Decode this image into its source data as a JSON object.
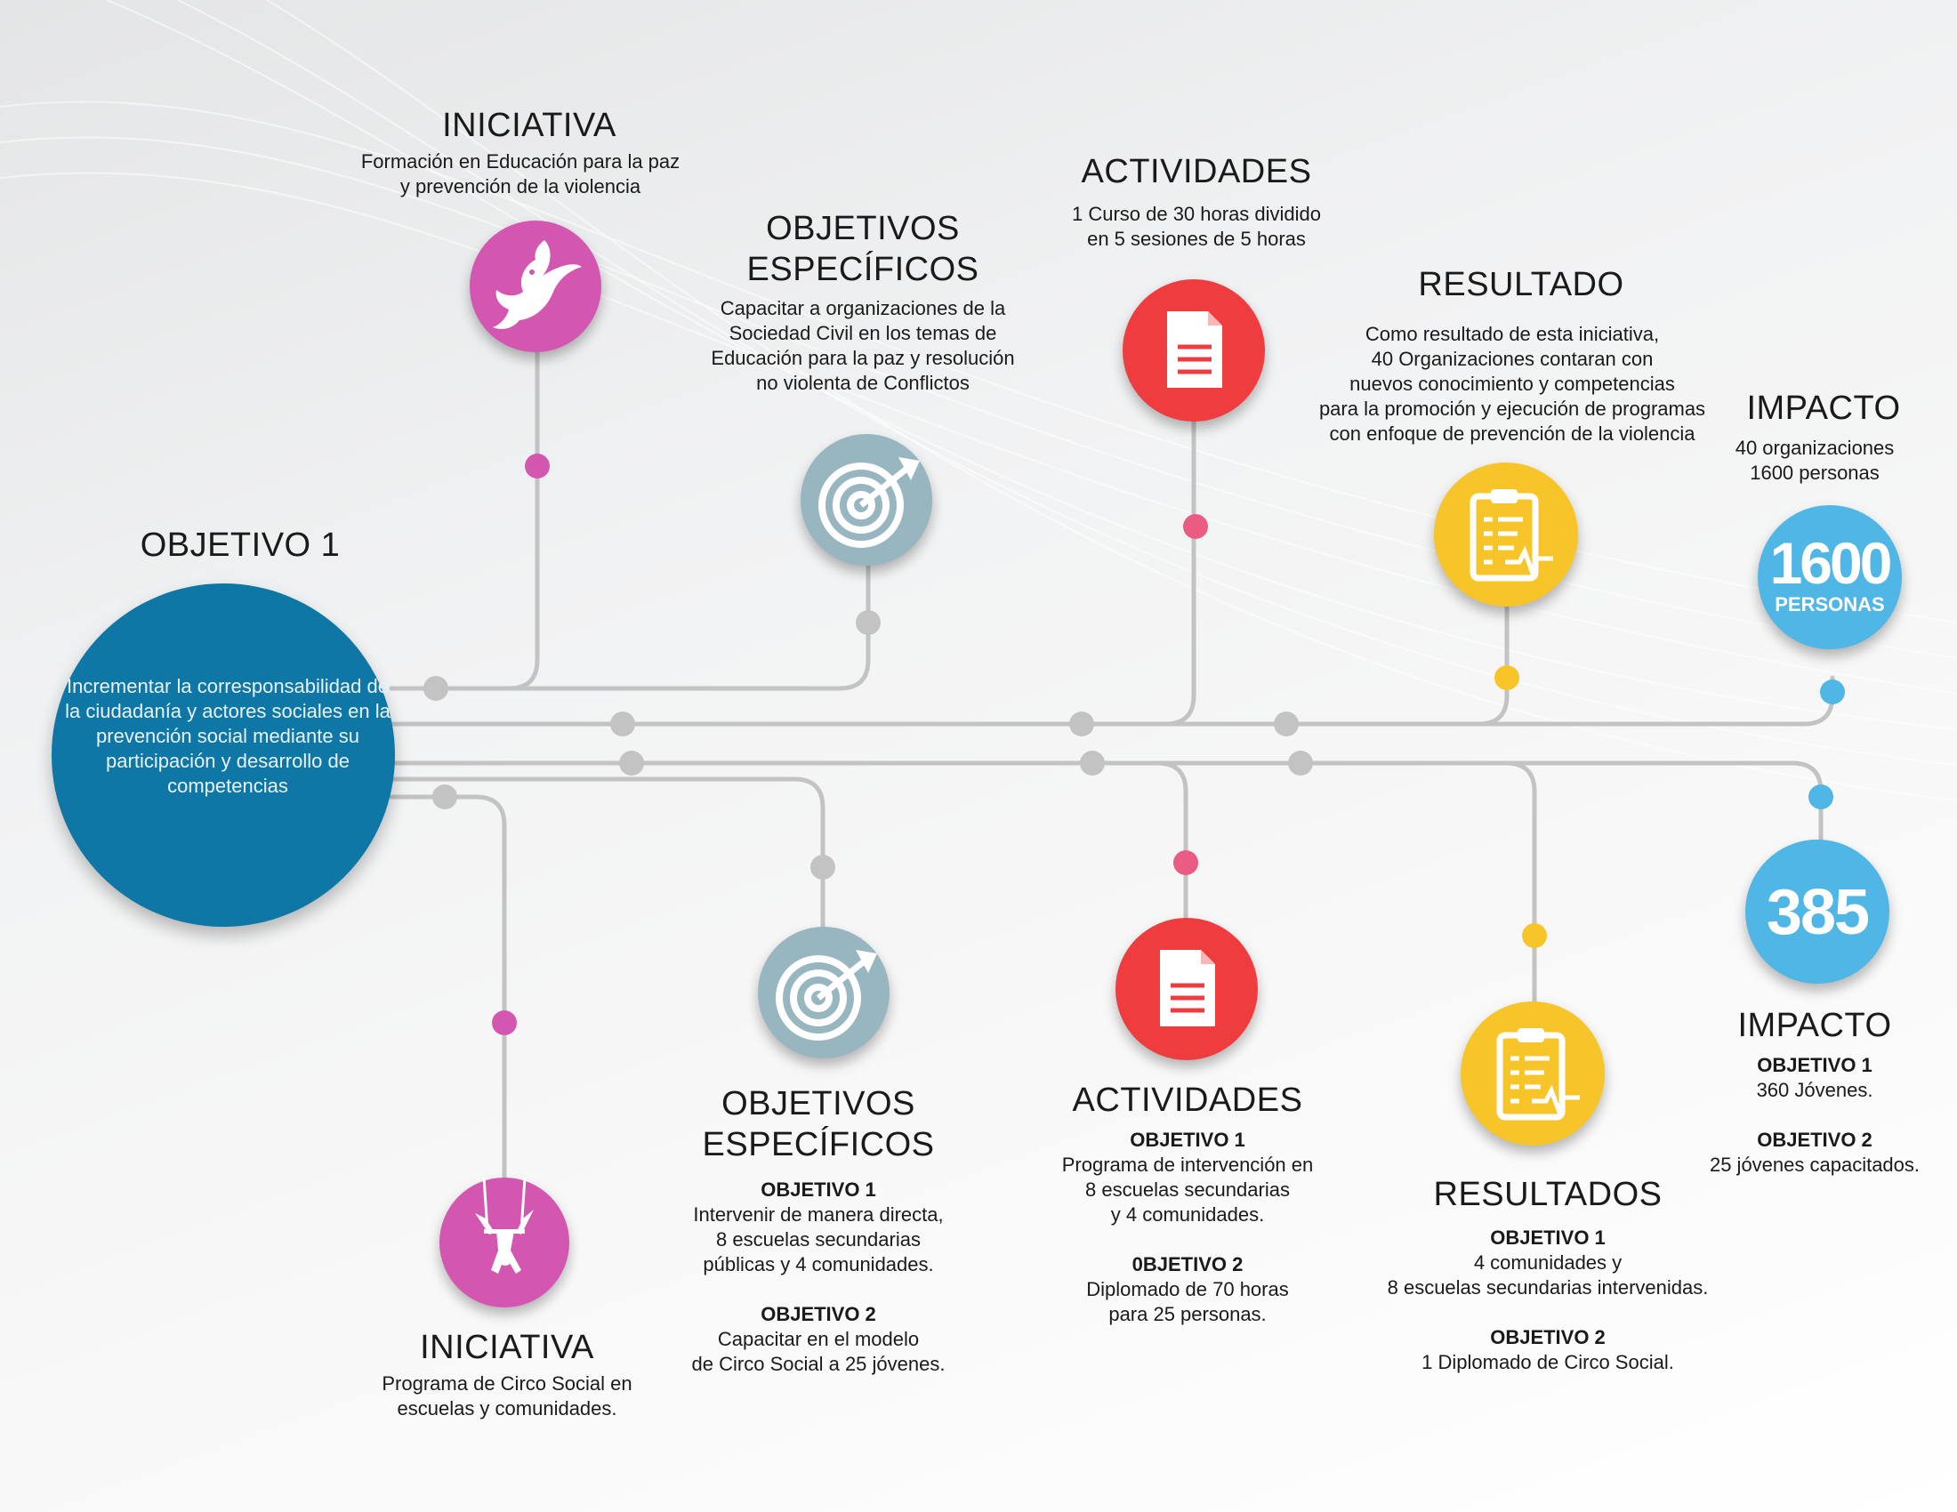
{
  "colors": {
    "magenta": "#d357b0",
    "steel": "#98b6bf",
    "red": "#ee3c3f",
    "yellow": "#f7c52a",
    "sky": "#4fb6e6",
    "main_blue": "#0e77a6",
    "line_gray": "#c3c3c3",
    "dot_pink": "#ea5c84"
  },
  "objetivo1": {
    "title": "OBJETIVO 1",
    "text": "Incrementar la corresponsabilidad de la ciudadanía y actores sociales en la prevención social mediante su participación y desarrollo de competencias"
  },
  "top": {
    "iniciativa": {
      "title": "INICIATIVA",
      "icon": "dove-icon",
      "lines": [
        "Formación en Educación para la  paz",
        "y prevención de la violencia"
      ]
    },
    "objetivos": {
      "title1": "OBJETIVOS",
      "title2": "ESPECÍFICOS",
      "icon": "target-icon",
      "lines": [
        "Capacitar a organizaciones de la",
        "Sociedad Civil en los temas de",
        "Educación para la paz y resolución",
        "no violenta de Conflictos"
      ]
    },
    "actividades": {
      "title": "ACTIVIDADES",
      "icon": "document-icon",
      "lines": [
        "1 Curso de 30 horas dividido",
        "en 5 sesiones de 5 horas"
      ]
    },
    "resultado": {
      "title": "RESULTADO",
      "icon": "clipboard-icon",
      "lines": [
        "Como resultado de esta iniciativa,",
        "40 Organizaciones contaran con",
        "nuevos conocimiento y competencias",
        "para la promoción y ejecución de programas",
        "con enfoque de prevención de la violencia"
      ]
    },
    "impacto": {
      "title": "IMPACTO",
      "lines": [
        "40 organizaciones",
        "1600 personas"
      ],
      "big_number": "1600",
      "big_label": "PERSONAS"
    }
  },
  "bottom": {
    "iniciativa": {
      "title": "INICIATIVA",
      "icon": "aerialist-icon",
      "lines": [
        "Programa de Circo Social en",
        "escuelas y comunidades."
      ]
    },
    "objetivos": {
      "title1": "OBJETIVOS",
      "title2": "ESPECÍFICOS",
      "icon": "target-icon",
      "obj1_label": "OBJETIVO 1",
      "obj1_lines": [
        "Intervenir de manera directa,",
        "8 escuelas secundarias",
        "públicas y 4 comunidades."
      ],
      "obj2_label": "OBJETIVO 2",
      "obj2_lines": [
        "Capacitar en el modelo",
        "de Circo Social a 25 jóvenes."
      ]
    },
    "actividades": {
      "title": "ACTIVIDADES",
      "icon": "document-icon",
      "obj1_label": "OBJETIVO 1",
      "obj1_lines": [
        "Programa de intervención en",
        "8 escuelas secundarias",
        "y 4 comunidades."
      ],
      "obj2_label": "0BJETIVO 2",
      "obj2_lines": [
        "Diplomado de 70  horas",
        "para 25 personas."
      ]
    },
    "resultados": {
      "title": "RESULTADOS",
      "icon": "clipboard-icon",
      "obj1_label": "OBJETIVO 1",
      "obj1_lines": [
        "4 comunidades y",
        "8 escuelas secundarias intervenidas."
      ],
      "obj2_label": "OBJETIVO 2",
      "obj2_lines": [
        "1 Diplomado de Circo Social."
      ]
    },
    "impacto": {
      "title": "IMPACTO",
      "big_number": "385",
      "obj1_label": "OBJETIVO 1",
      "obj1_lines": [
        "360 Jóvenes."
      ],
      "obj2_label": "OBJETIVO 2",
      "obj2_lines": [
        "25 jóvenes capacitados."
      ]
    }
  }
}
